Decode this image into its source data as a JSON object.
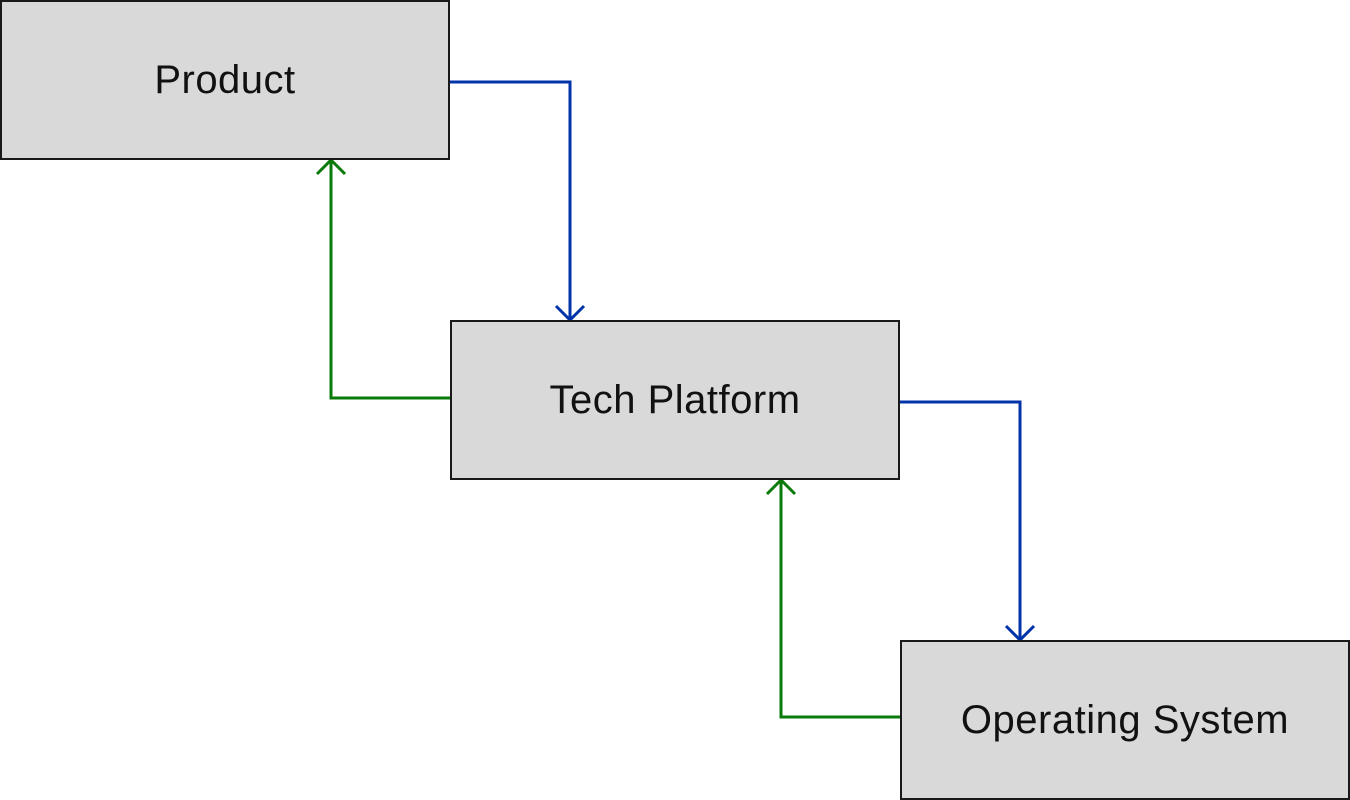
{
  "nodes": {
    "product": {
      "label": "Product"
    },
    "tech_platform": {
      "label": "Tech Platform"
    },
    "operating_system": {
      "label": "Operating System"
    }
  },
  "edges": [
    {
      "from": "product",
      "to": "tech_platform",
      "direction": "down",
      "color": "#0033aa"
    },
    {
      "from": "tech_platform",
      "to": "product",
      "direction": "up",
      "color": "#0a7a0a"
    },
    {
      "from": "tech_platform",
      "to": "operating_system",
      "direction": "down",
      "color": "#0033aa"
    },
    {
      "from": "operating_system",
      "to": "tech_platform",
      "direction": "up",
      "color": "#0a7a0a"
    }
  ],
  "colors": {
    "node_fill": "#d9d9d9",
    "node_border": "#1a1a1a",
    "down_arrow": "#0033aa",
    "up_arrow": "#0a7a0a"
  }
}
